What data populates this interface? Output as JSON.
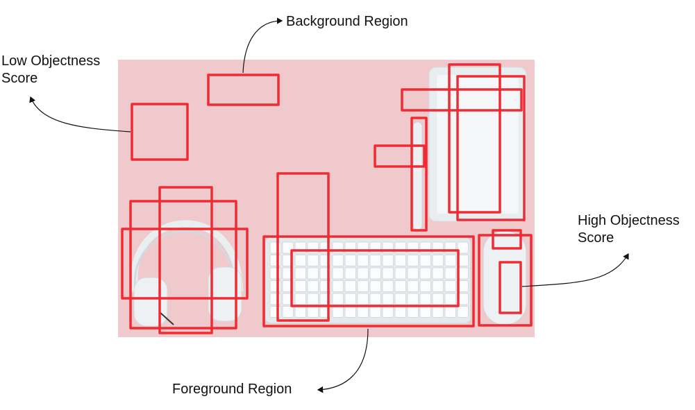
{
  "labels": {
    "background": "Background Region",
    "low_line1": "Low Objectness",
    "low_line2": "Score",
    "high_line1": "High Objectness",
    "high_line2": "Score",
    "foreground": "Foreground Region"
  },
  "colors": {
    "tint": "#f0c9cc",
    "box": "#ef2b33",
    "arrow": "#111111",
    "device": "#eef1f3"
  }
}
